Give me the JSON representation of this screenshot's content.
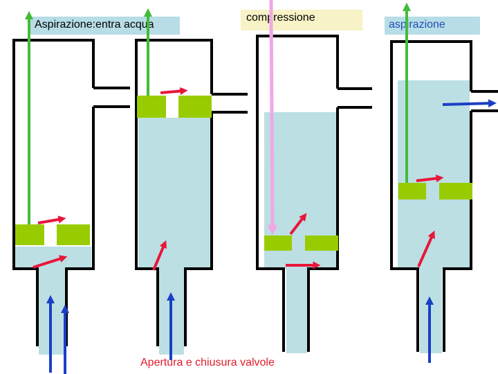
{
  "labels": {
    "stage1": "Aspirazione:entra acqua",
    "stage2": "compressione",
    "stage3": "aspirazione",
    "caption": "Apertura e chiusura valvole"
  },
  "colors": {
    "water": "#bcdfe3",
    "outline": "#000000",
    "piston": "#99cc00",
    "piston_rod_green": "#44bb3a",
    "piston_rod_pink": "#f0a8e6",
    "water_flow_arrow": "#1a3fc4",
    "valve_arrow": "#e8163a",
    "label_blue_bg": "#b7dde6",
    "label_yellow_bg": "#f7f3c6",
    "caption_red": "#e11b2b"
  },
  "icons": [
    "valve-flow-arrow",
    "water-inflow-arrow",
    "piston-rod-arrow"
  ]
}
